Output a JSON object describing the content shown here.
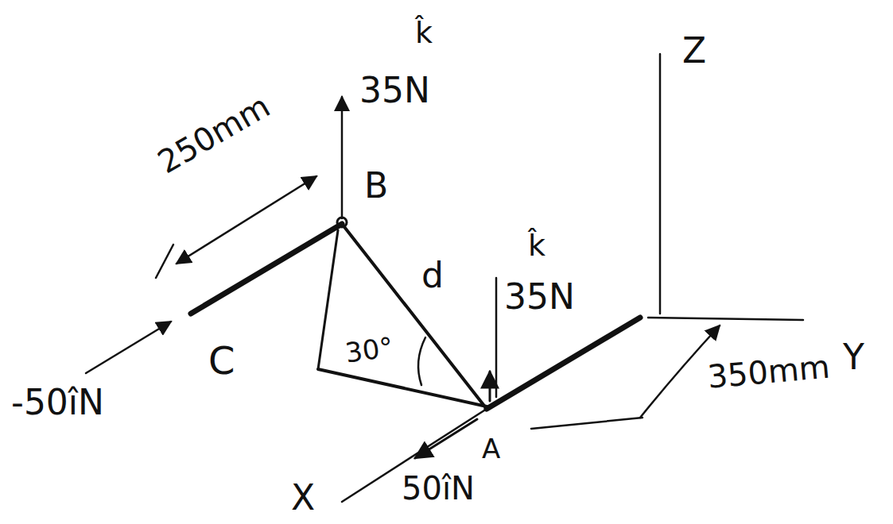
{
  "diagram": {
    "labels": [
      "k̂",
      "35N",
      "250mm",
      "B",
      "d",
      "k̂",
      "35N",
      "Z",
      "30°",
      "C",
      "-50îN",
      "350mm",
      "Y",
      "A",
      "X",
      "50îN"
    ]
  }
}
